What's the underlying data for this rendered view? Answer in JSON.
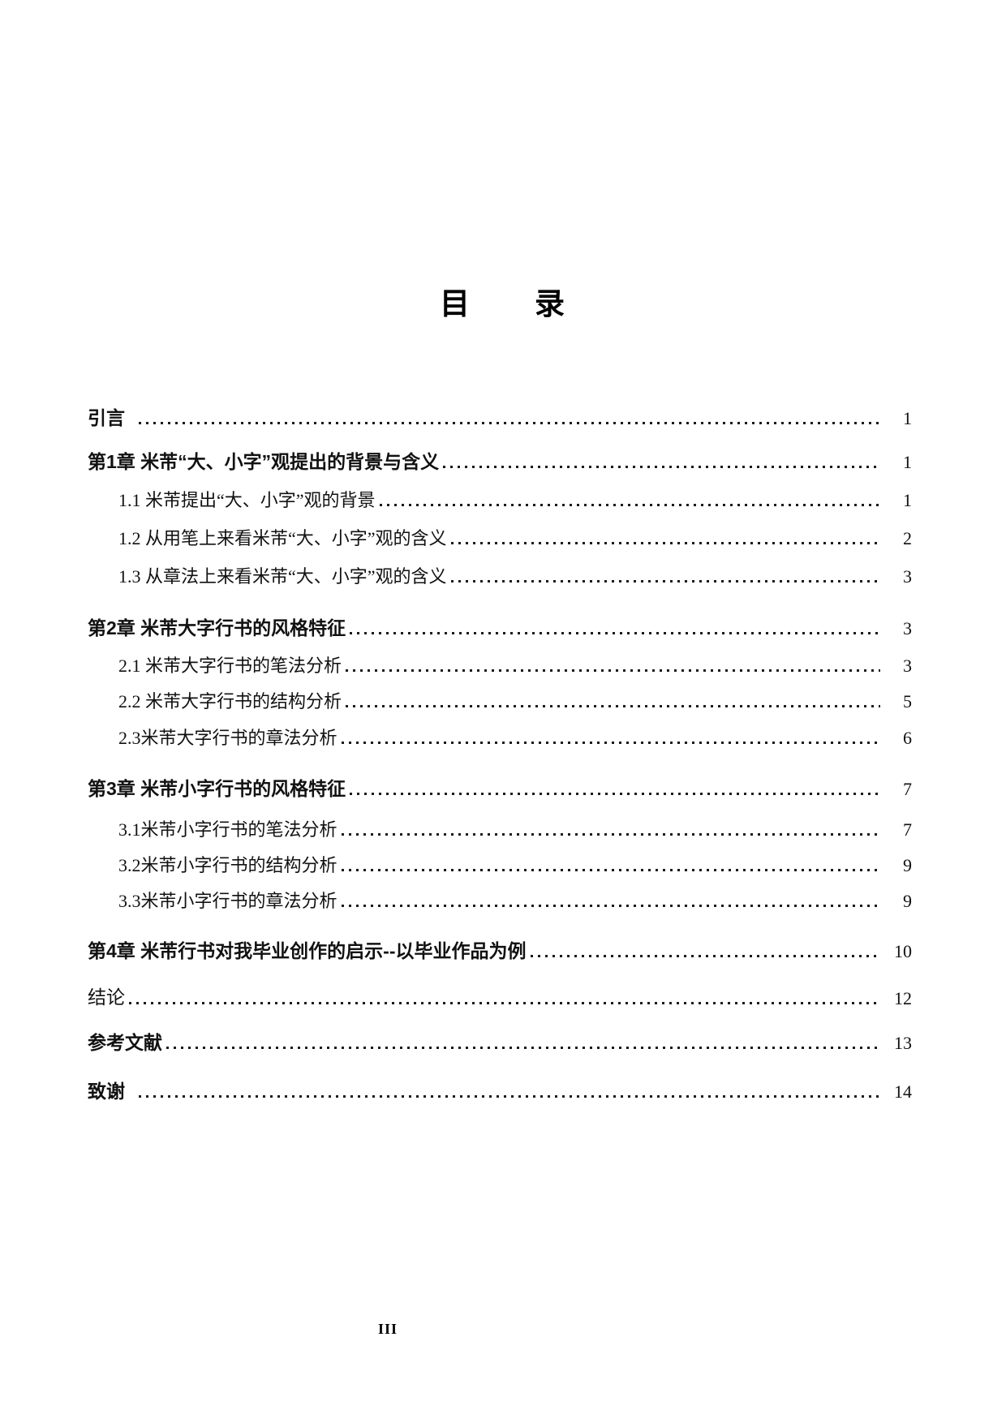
{
  "page": {
    "title": "目　　录",
    "footer_page_number": "III"
  },
  "toc": {
    "entries": [
      {
        "label": "引言",
        "page": "1",
        "level": "top"
      },
      {
        "label": "第1章 米芾“大、小字”观提出的背景与含义",
        "page": "1",
        "level": "chapter"
      },
      {
        "label": "1.1 米芾提出“大、小字”观的背景",
        "page": "1",
        "level": "sub"
      },
      {
        "label": "1.2 从用笔上来看米芾“大、小字”观的含义",
        "page": "2",
        "level": "sub"
      },
      {
        "label": "1.3 从章法上来看米芾“大、小字”观的含义",
        "page": "3",
        "level": "sub"
      },
      {
        "label": "第2章 米芾大字行书的风格特征",
        "page": "3",
        "level": "chapter"
      },
      {
        "label": "2.1 米芾大字行书的笔法分析",
        "page": "3",
        "level": "sub"
      },
      {
        "label": "2.2 米芾大字行书的结构分析",
        "page": "5",
        "level": "sub"
      },
      {
        "label": "2.3米芾大字行书的章法分析",
        "page": "6",
        "level": "sub"
      },
      {
        "label": "第3章 米芾小字行书的风格特征",
        "page": "7",
        "level": "chapter"
      },
      {
        "label": "3.1米芾小字行书的笔法分析",
        "page": "7",
        "level": "sub"
      },
      {
        "label": "3.2米芾小字行书的结构分析",
        "page": "9",
        "level": "sub"
      },
      {
        "label": "3.3米芾小字行书的章法分析",
        "page": "9",
        "level": "sub"
      },
      {
        "label": "第4章 米芾行书对我毕业创作的启示--以毕业作品为例",
        "page": "10",
        "level": "chapter"
      },
      {
        "label": "结论",
        "page": "12",
        "level": "plain"
      },
      {
        "label": "参考文献",
        "page": "13",
        "level": "top"
      },
      {
        "label": "致谢",
        "page": "14",
        "level": "top"
      }
    ]
  }
}
